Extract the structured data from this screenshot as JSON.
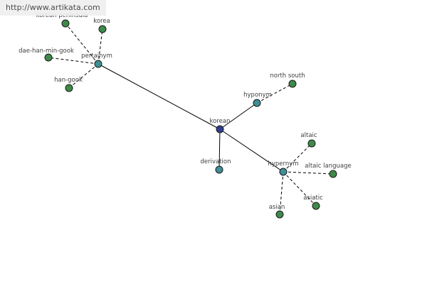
{
  "site_url": "http://www.artikata.com",
  "colors": {
    "center_node": "#2f3f8f",
    "relation_node": "#3f8f96",
    "leaf_node": "#3f8a4a",
    "node_stroke": "#1a1a1a",
    "edge": "#000000"
  },
  "diagram": {
    "center": {
      "id": "korean",
      "label": "korean",
      "kind": "center"
    },
    "relations": [
      {
        "id": "pertainym",
        "label": "pertainym",
        "kind": "relation"
      },
      {
        "id": "hyponym",
        "label": "hyponym",
        "kind": "relation"
      },
      {
        "id": "derivation",
        "label": "derivation",
        "kind": "relation"
      },
      {
        "id": "hypernym",
        "label": "hypernym",
        "kind": "relation"
      }
    ],
    "leaves": [
      {
        "id": "korean-peninsula",
        "label": "korean peninsula",
        "relation": "pertainym"
      },
      {
        "id": "korea",
        "label": "korea",
        "relation": "pertainym"
      },
      {
        "id": "dae-han-min-gook",
        "label": "dae-han-min-gook",
        "relation": "pertainym"
      },
      {
        "id": "han-gook",
        "label": "han-gook",
        "relation": "pertainym"
      },
      {
        "id": "north-south",
        "label": "north south",
        "relation": "hyponym"
      },
      {
        "id": "altaic",
        "label": "altaic",
        "relation": "hypernym"
      },
      {
        "id": "altaic-language",
        "label": "altaic language",
        "relation": "hypernym"
      },
      {
        "id": "asiatic",
        "label": "asiatic",
        "relation": "hypernym"
      },
      {
        "id": "asian",
        "label": "asian",
        "relation": "hypernym"
      }
    ]
  }
}
